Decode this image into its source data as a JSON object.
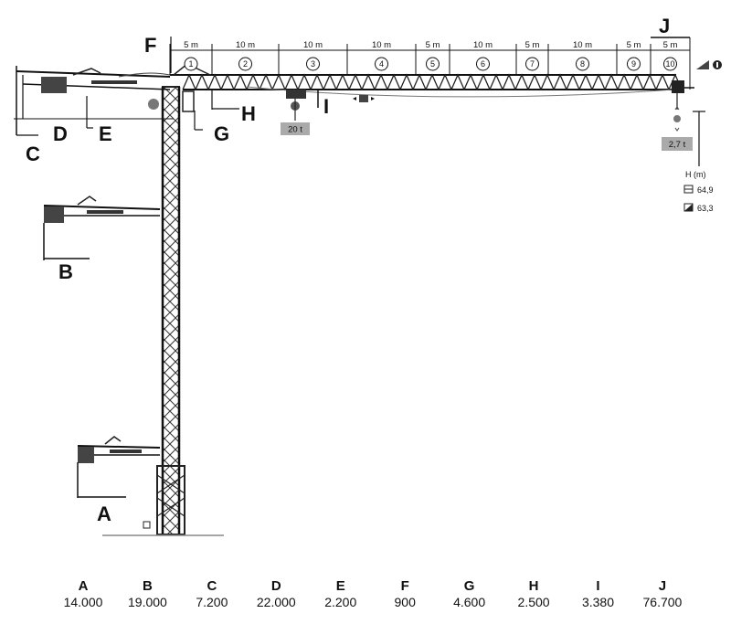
{
  "diagram": {
    "labels": {
      "A": "A",
      "B": "B",
      "C": "C",
      "D": "D",
      "E": "E",
      "F": "F",
      "G": "G",
      "H": "H",
      "I": "I",
      "J": "J"
    },
    "segments": [
      {
        "length": "5 m",
        "number": "1"
      },
      {
        "length": "10 m",
        "number": "2"
      },
      {
        "length": "10 m",
        "number": "3"
      },
      {
        "length": "10 m",
        "number": "4"
      },
      {
        "length": "5 m",
        "number": "5"
      },
      {
        "length": "10 m",
        "number": "6"
      },
      {
        "length": "5 m",
        "number": "7"
      },
      {
        "length": "10 m",
        "number": "8"
      },
      {
        "length": "5 m",
        "number": "9"
      },
      {
        "length": "5 m",
        "number": "10"
      }
    ],
    "load_max": "20 t",
    "load_tip": "2,7 t",
    "height_header": "H (m)",
    "heights": [
      {
        "icon": "square-base-icon",
        "value": "64,9"
      },
      {
        "icon": "diagonal-base-icon",
        "value": "63,3"
      }
    ]
  },
  "dimensions": [
    {
      "letter": "A",
      "value": "14.000"
    },
    {
      "letter": "B",
      "value": "19.000"
    },
    {
      "letter": "C",
      "value": "7.200"
    },
    {
      "letter": "D",
      "value": "22.000"
    },
    {
      "letter": "E",
      "value": "2.200"
    },
    {
      "letter": "F",
      "value": "900"
    },
    {
      "letter": "G",
      "value": "4.600"
    },
    {
      "letter": "H",
      "value": "2.500"
    },
    {
      "letter": "I",
      "value": "3.380"
    },
    {
      "letter": "J",
      "value": "76.700"
    }
  ]
}
